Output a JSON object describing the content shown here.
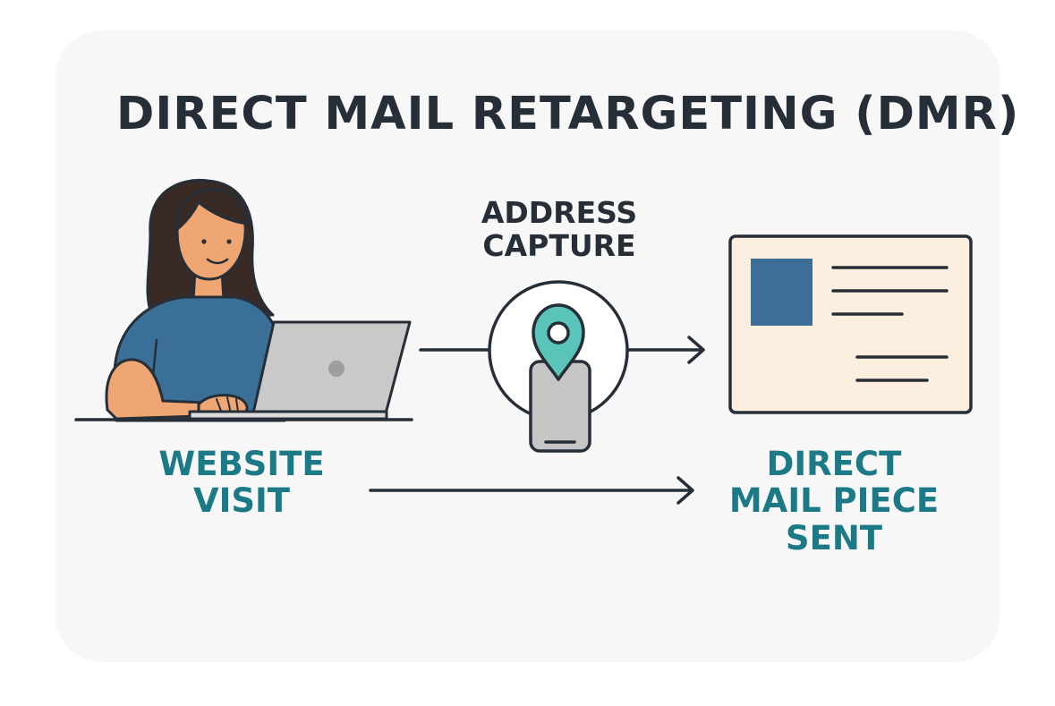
{
  "title": "DIRECT MAIL RETARGETING (DMR)",
  "steps": {
    "address_capture": [
      "ADDRESS",
      "CAPTURE"
    ],
    "website_visit": [
      "WEBSITE",
      "VISIT"
    ],
    "mail_sent": [
      "DIRECT",
      "MAIL PIECE",
      "SENT"
    ]
  },
  "colors": {
    "background": "#f7f7f7",
    "title": "#262e37",
    "accent_teal": "#1c7a86",
    "pin_teal": "#5bc4b8",
    "shirt_blue": "#3a6f97",
    "postcard_bg": "#fcefdf",
    "postcard_stamp": "#3c6e97",
    "laptop_gray": "#c9c9c9"
  },
  "icons": {
    "person": "woman-at-laptop-icon",
    "location": "location-pin-icon",
    "phone": "smartphone-icon",
    "mail": "postcard-icon",
    "arrows": "arrow-right-icon"
  }
}
